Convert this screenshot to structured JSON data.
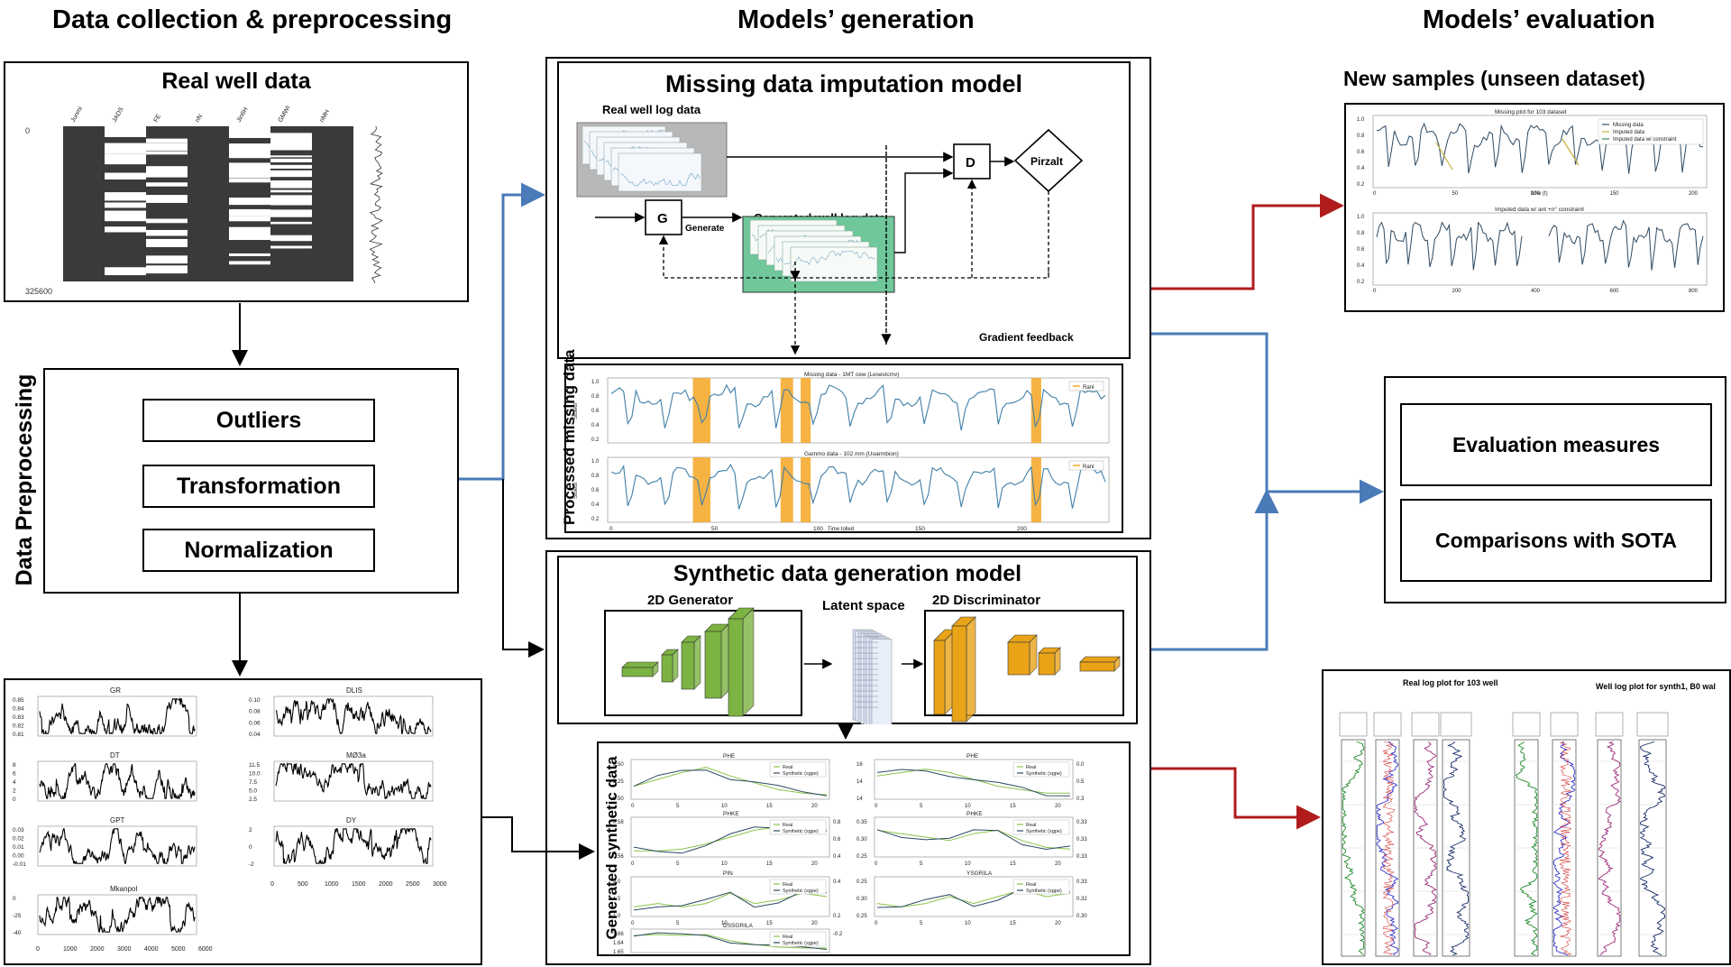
{
  "headers": {
    "left": "Data collection & preprocessing",
    "middle": "Models’ generation",
    "right": "Models’ evaluation"
  },
  "real_well": {
    "title": "Real well data",
    "row_top": "0",
    "row_bottom": "325600"
  },
  "preprocessing": {
    "vertical_label": "Data Preprocessing",
    "steps": [
      "Outliers",
      "Transformation",
      "Normalization"
    ]
  },
  "log_panels": [
    {
      "name": "GR",
      "yticks": [
        "0.85",
        "0.84",
        "0.83",
        "0.82",
        "0.81"
      ]
    },
    {
      "name": "DLIS",
      "yticks": [
        "0.10",
        "0.08",
        "0.06",
        "0.04"
      ]
    },
    {
      "name": "DT",
      "yticks": [
        "8",
        "6",
        "4",
        "2",
        "0"
      ]
    },
    {
      "name": "MØ3a",
      "yticks": [
        "11.5",
        "10.0",
        "7.5",
        "5.0",
        "2.5"
      ]
    },
    {
      "name": "GPT",
      "yticks": [
        "0.03",
        "0.02",
        "0.01",
        "0.00",
        "-0.01"
      ]
    },
    {
      "name": "DY",
      "yticks": [
        "2",
        "0",
        "-2"
      ]
    },
    {
      "name": "Mkanpol",
      "yticks": [
        "0",
        "-25",
        "-40"
      ]
    }
  ],
  "log_xticks_short": [
    "0",
    "500",
    "1000",
    "1500",
    "2000",
    "2500",
    "3000"
  ],
  "log_xticks_long": [
    "0",
    "1000",
    "2000",
    "3000",
    "4000",
    "5000",
    "6000"
  ],
  "imputation": {
    "title": "Missing data imputation model",
    "real_label": "Real well log data",
    "generated_label": "Generated well log data",
    "g": "G",
    "generate": "Generate",
    "d": "D",
    "decision": "Pirzalt",
    "feedback": "Gradient feedback"
  },
  "processed": {
    "vertical_label": "Processed missing data",
    "plot1_title": "Missing data - 1MT cew (Lesevicmv)",
    "plot2_title": "Gammo data - 102 mm (Uoarmbion)",
    "legend": "Ranl",
    "ylabel": "Sibledi",
    "xlabel": "Time tolled",
    "xticks": [
      "0",
      "50",
      "100",
      "150",
      "200"
    ],
    "yticks": [
      "1.0",
      "0.8",
      "0.6",
      "0.4",
      "0.2"
    ]
  },
  "synthetic": {
    "title": "Synthetic data generation model",
    "generator": "2D Generator",
    "latent": "Latent space",
    "discriminator": "2D Discriminator"
  },
  "generated_synth": {
    "vertical_label": "Generated synthetic data",
    "panels": [
      {
        "title": "PHE",
        "legend_a": "Real",
        "legend_b": "Synthetic (sgpe)",
        "yl": [
          "2.50",
          "2.25",
          "0.50"
        ],
        "yr": []
      },
      {
        "title": "PHE",
        "legend_a": "Real",
        "legend_b": "Synthetic (sgpe)",
        "yl": [
          "16",
          "14",
          "14"
        ],
        "yr": [
          "0.0",
          "0.5",
          "0.3"
        ]
      },
      {
        "title": "PHKE",
        "legend_a": "Real",
        "legend_b": "Synthetic (sgpe)",
        "yl": [
          "0.58",
          "0.56"
        ],
        "yr": [
          "0.8",
          "0.6",
          "0.4"
        ]
      },
      {
        "title": "PHKE",
        "legend_a": "Real",
        "legend_b": "Synthetic (sgpe)",
        "yl": [
          "0.35",
          "0.30",
          "0.25"
        ],
        "yr": [
          "0.33",
          "0.33",
          "0.33"
        ]
      },
      {
        "title": "PIN",
        "legend_a": "Real",
        "legend_b": "Synthetic (sgpe)",
        "yl": [
          "2.0",
          "1.5",
          "1.0"
        ],
        "yr": [
          "0.4",
          "0.2"
        ]
      },
      {
        "title": "YSGRILA",
        "legend_a": "Real",
        "legend_b": "Synthetic (sgpe)",
        "yl": [
          "0.25",
          "0.30",
          "0.25"
        ],
        "yr": [
          "0.33",
          "0.32",
          "0.30"
        ]
      },
      {
        "title": "DSSGRILA",
        "legend_a": "Real",
        "legend_b": "Synthetic (sgpe)",
        "yl": [
          "1.66",
          "1.64",
          "1.65"
        ],
        "yr": [
          "-0.2"
        ]
      }
    ],
    "xticks": [
      "0",
      "5",
      "10",
      "15",
      "20"
    ]
  },
  "new_samples": {
    "title": "New samples (unseen dataset)",
    "plot1_title": "Missing plot for 103 dataset",
    "plot2_title": "Imputed data w/ ant +n° constraint",
    "legend": [
      "Missing data",
      "Imputed data",
      "Imputed data w/ constraint"
    ],
    "x1_ticks": [
      "0",
      "50",
      "100",
      "150",
      "200"
    ],
    "x2_ticks": [
      "0",
      "200",
      "400",
      "600",
      "800"
    ],
    "yticks": [
      "1.0",
      "0.8",
      "0.6",
      "0.4",
      "0.2"
    ],
    "x1_label": "time (t)"
  },
  "evaluation": {
    "measures": "Evaluation measures",
    "sota": "Comparisons with SOTA"
  },
  "real_log_plot": {
    "title_left": "Real log plot for 103 well",
    "title_right": "Well log plot for synth1, B0 wal"
  },
  "colors": {
    "blue_arrow": "#4a7ab8",
    "red_arrow": "#b01c1c",
    "green_block": "#7cb342",
    "orange_block": "#e8a317",
    "teal_box": "#6fc79a",
    "plot_line": "#3f7fa8",
    "highlight": "#f5a623"
  }
}
